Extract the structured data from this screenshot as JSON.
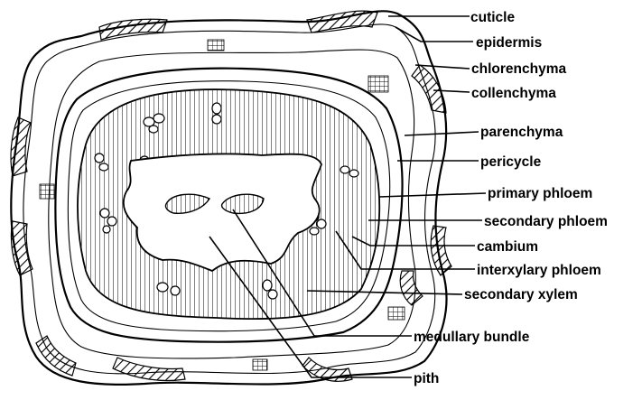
{
  "diagram": {
    "labels": [
      {
        "id": "cuticle",
        "text": "cuticle"
      },
      {
        "id": "epidermis",
        "text": "epidermis"
      },
      {
        "id": "chlorenchyma",
        "text": "chlorenchyma"
      },
      {
        "id": "collenchyma",
        "text": "collenchyma"
      },
      {
        "id": "parenchyma",
        "text": "parenchyma"
      },
      {
        "id": "pericycle",
        "text": "pericycle"
      },
      {
        "id": "primary-phloem",
        "text": "primary phloem"
      },
      {
        "id": "secondary-phloem",
        "text": "secondary phloem"
      },
      {
        "id": "cambium",
        "text": "cambium"
      },
      {
        "id": "interxylary-phloem",
        "text": "interxylary phloem"
      },
      {
        "id": "secondary-xylem",
        "text": "secondary xylem"
      },
      {
        "id": "medullary-bundle",
        "text": "medullary bundle"
      },
      {
        "id": "pith",
        "text": "pith"
      }
    ]
  }
}
